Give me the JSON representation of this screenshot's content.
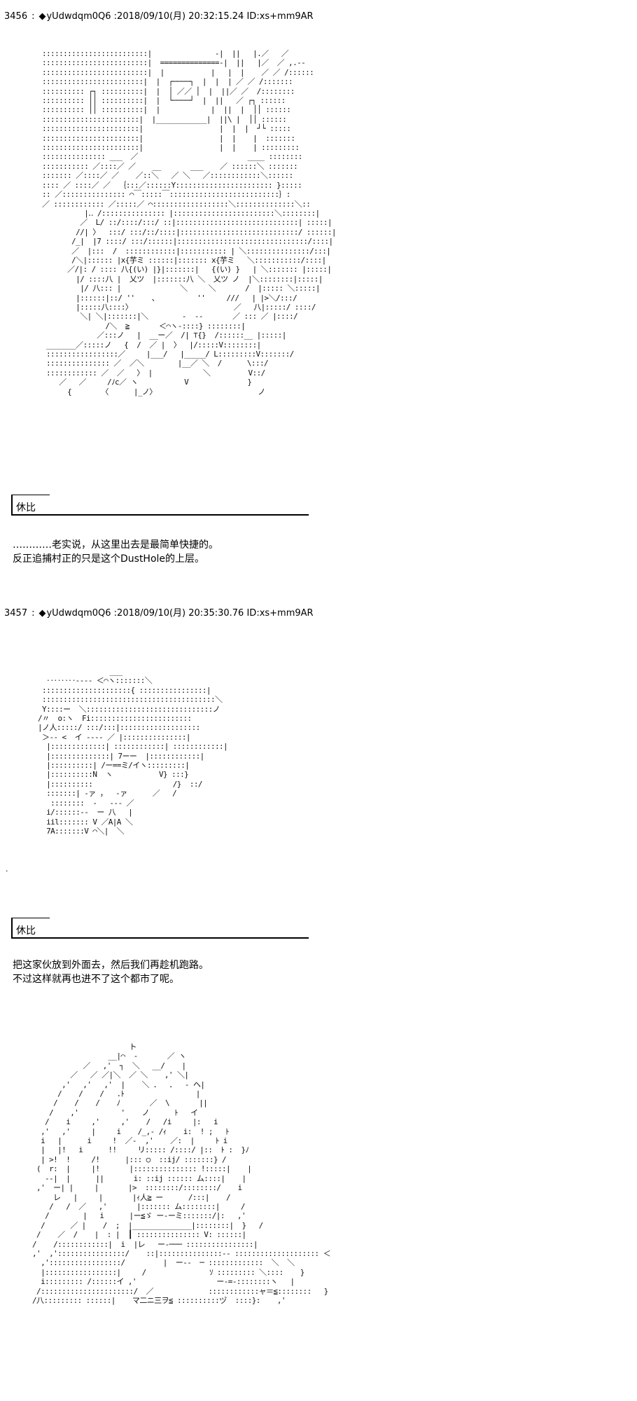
{
  "posts": [
    {
      "number": "3456",
      "sep": ":",
      "diamond": "◆",
      "trip": "yUdwdqm0Q6",
      "datetime": ":2018/09/10(月) 20:32:15.24",
      "id": "ID:xs+mm9AR",
      "speaker": "休比",
      "lines": [
        "…………老实说，从这里出去是最简单快捷的。",
        "反正追捕村正的只是这个DustHole的上层。"
      ]
    },
    {
      "number": "3457",
      "sep": ":",
      "diamond": "◆",
      "trip": "yUdwdqm0Q6",
      "datetime": ":2018/09/10(月) 20:35:30.76",
      "id": "ID:xs+mm9AR",
      "speaker": "休比",
      "lines": [
        "把这家伙放到外面去，然后我们再趁机跑路。",
        "不过这样就再也进不了这个都市了呢。"
      ]
    }
  ]
}
